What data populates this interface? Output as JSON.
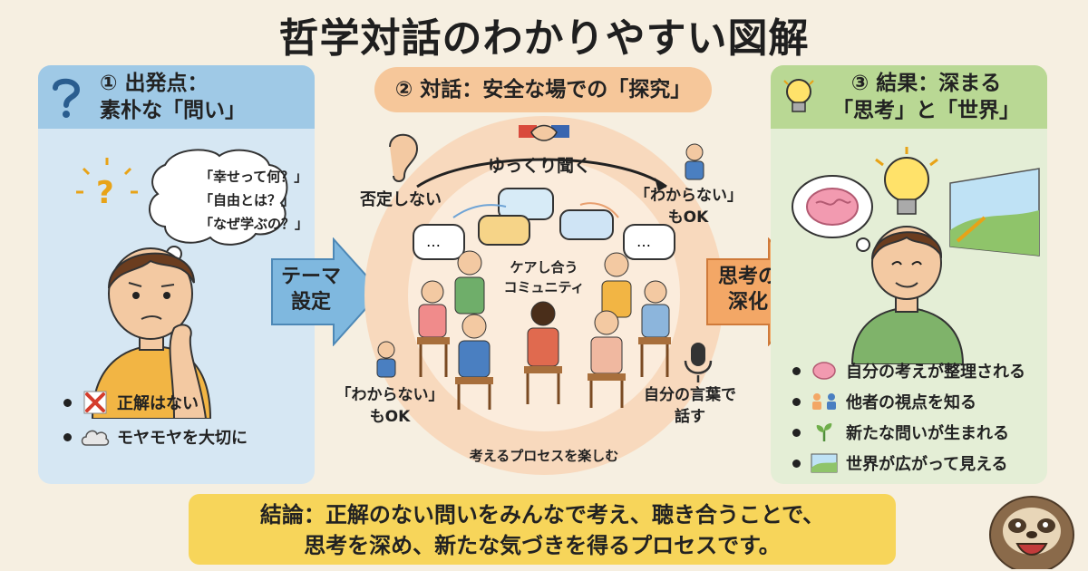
{
  "title": "哲学対話のわかりやすい図解",
  "left": {
    "heading_line1": "① 出発点：",
    "heading_line2": "素朴な「問い」",
    "thought_bubble": [
      "「幸せって何？」",
      "「自由とは？」",
      "「なぜ学ぶの？」"
    ],
    "bullets": [
      {
        "icon": "cross-icon",
        "text": "正解はない"
      },
      {
        "icon": "cloud-icon",
        "text": "モヤモヤを大切に"
      }
    ]
  },
  "arrow_left": {
    "line1": "テーマ",
    "line2": "設定"
  },
  "middle": {
    "banner": "② 対話：安全な場での「探究」",
    "slow_listen": "ゆっくり聞く",
    "no_denial": "否定しない",
    "dont_know_top_1": "「わからない」",
    "dont_know_top_2": "もOK",
    "dont_know_bottom_1": "「わからない」",
    "dont_know_bottom_2": "もOK",
    "own_words_1": "自分の言葉で",
    "own_words_2": "話す",
    "community_1": "ケアし合う",
    "community_2": "コミュニティ",
    "enjoy_process": "考えるプロセスを楽しむ"
  },
  "arrow_right": {
    "line1": "思考の",
    "line2": "深化"
  },
  "right": {
    "heading_line1": "③ 結果：深まる",
    "heading_line2": "「思考」と「世界」",
    "bullets": [
      {
        "icon": "brain-icon",
        "text": "自分の考えが整理される"
      },
      {
        "icon": "people-icon",
        "text": "他者の視点を知る"
      },
      {
        "icon": "sprout-icon",
        "text": "新たな問いが生まれる"
      },
      {
        "icon": "landscape-icon",
        "text": "世界が広がって見える"
      }
    ]
  },
  "conclusion": {
    "line1": "結論：正解のない問いをみんなで考え、聴き合うことで、",
    "line2": "思考を深め、新たな気づきを得るプロセスです。"
  },
  "colors": {
    "background": "#f6efe1",
    "left_panel": "#d6e7f3",
    "left_header": "#9fc9e6",
    "right_panel": "#e4eed6",
    "right_header": "#b9d894",
    "middle_banner": "#f6c79a",
    "conclusion": "#f7d55a",
    "arrow_blue": "#7fb8df",
    "arrow_orange": "#f3a766"
  }
}
